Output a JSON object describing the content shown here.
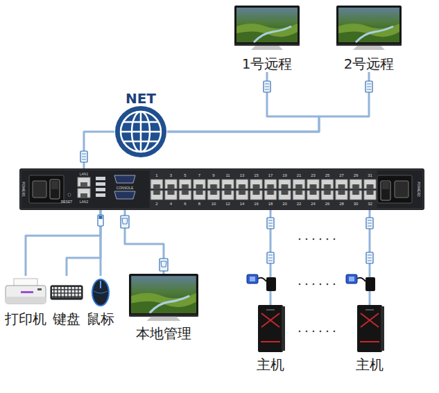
{
  "diagram": {
    "nodes": [
      {
        "text": [
          "1号远程"
        ]
      },
      {
        "text": [
          "2号远程"
        ]
      },
      {
        "text": [
          "NET"
        ]
      },
      {
        "text": [
          "POWER1",
          "LAN1",
          "LAN2",
          "RESET",
          "CONSOLE",
          "POWER2"
        ]
      },
      {
        "text": [
          "打印机"
        ]
      },
      {
        "text": [
          "键盘"
        ]
      },
      {
        "text": [
          "鼠标"
        ]
      },
      {
        "text": [
          "本地管理"
        ]
      },
      {
        "text": [
          "主机"
        ]
      },
      {
        "text": [
          "主机"
        ]
      }
    ],
    "edges": [
      {
        "from": 2,
        "to": 0,
        "arrow": "none"
      },
      {
        "from": 2,
        "to": 1,
        "arrow": "none"
      },
      {
        "from": 3,
        "to": 2,
        "arrow": "none"
      },
      {
        "from": 3,
        "to": 4,
        "arrow": "none"
      },
      {
        "from": 3,
        "to": 5,
        "arrow": "none"
      },
      {
        "from": 3,
        "to": 6,
        "arrow": "none"
      },
      {
        "from": 3,
        "to": 7,
        "arrow": "none"
      },
      {
        "from": 3,
        "to": 8,
        "arrow": "none"
      },
      {
        "from": 3,
        "to": 9,
        "arrow": "none"
      }
    ],
    "labels": [
      "1",
      "2",
      "3",
      "4",
      "5",
      "6",
      "7",
      "8",
      "9",
      "10",
      "11",
      "12",
      "13",
      "14",
      "15",
      "16",
      "17",
      "18",
      "19",
      "20",
      "21",
      "22",
      "23",
      "24",
      "25",
      "26",
      "27",
      "28",
      "29",
      "30",
      "31",
      "32"
    ]
  }
}
